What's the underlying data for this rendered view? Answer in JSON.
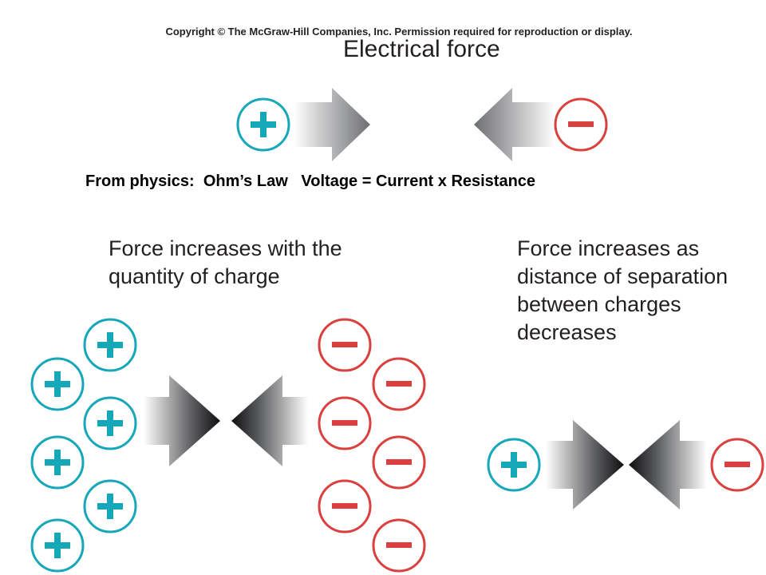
{
  "copyright": "Copyright © The McGraw-Hill Companies, Inc. Permission required for reproduction or display.",
  "title": "Electrical force",
  "physics_note": "From physics:  Ohm’s Law   Voltage = Current x Resistance",
  "captions": {
    "quantity": [
      "Force increases with the",
      "quantity of charge"
    ],
    "distance": [
      "Force increases as",
      "distance of separation",
      "between charges",
      "decreases"
    ]
  },
  "colors": {
    "positive": "#16a7b8",
    "negative": "#d9403e",
    "text": "#231f20"
  },
  "panels": {
    "top": {
      "positive_charges": 1,
      "negative_charges": 1
    },
    "quantity": {
      "positive_charges": 6,
      "negative_charges": 6
    },
    "distance": {
      "positive_charges": 1,
      "negative_charges": 1
    }
  }
}
